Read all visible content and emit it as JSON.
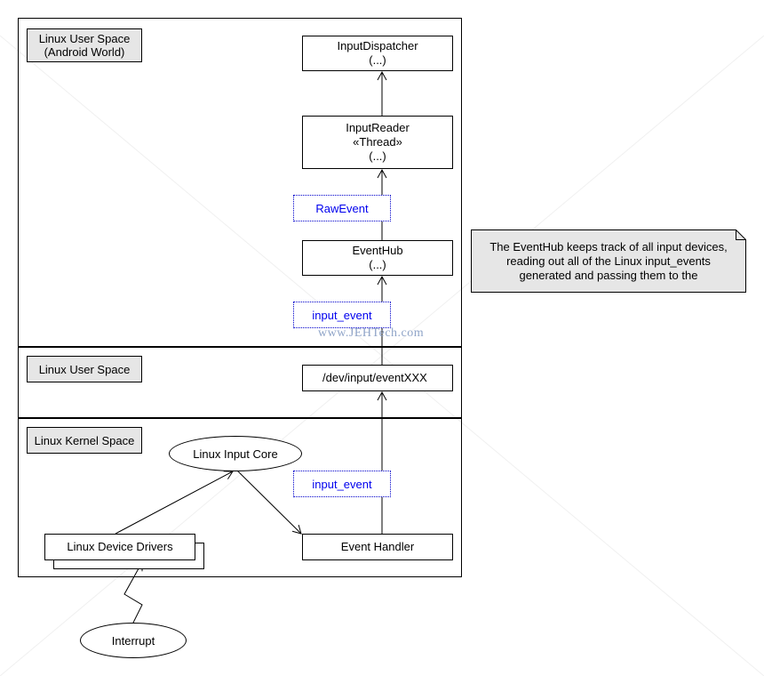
{
  "lanes": {
    "android": {
      "label_line1": "Linux User Space",
      "label_line2": "(Android World)"
    },
    "user": {
      "label": "Linux User Space"
    },
    "kernel": {
      "label": "Linux Kernel Space"
    }
  },
  "nodes": {
    "input_dispatcher": {
      "title": "InputDispatcher",
      "body": "(...)"
    },
    "input_reader": {
      "title": "InputReader",
      "stereotype": "«Thread»",
      "body": "(...)"
    },
    "event_hub": {
      "title": "EventHub",
      "body": "(...)"
    },
    "dev_input": {
      "label": "/dev/input/eventXXX"
    },
    "linux_input_core": {
      "label": "Linux Input Core"
    },
    "event_handler": {
      "label": "Event Handler"
    },
    "device_drivers": {
      "label": "Linux Device Drivers"
    },
    "interrupt": {
      "label": "Interrupt"
    }
  },
  "tags": {
    "raw_event": "RawEvent",
    "input_event_upper": "input_event",
    "input_event_lower": "input_event"
  },
  "note": {
    "line1": "The EventHub keeps track of all input devices,",
    "line2": "reading out all of the Linux input_events",
    "line3": "generated and passing them to the"
  },
  "watermark": "www.JEHTech.com",
  "colors": {
    "lane_label_fill": "#e6e6e6",
    "note_fill": "#e6e6e6",
    "tag_text": "#0000ee",
    "tag_border": "#0000cc"
  }
}
